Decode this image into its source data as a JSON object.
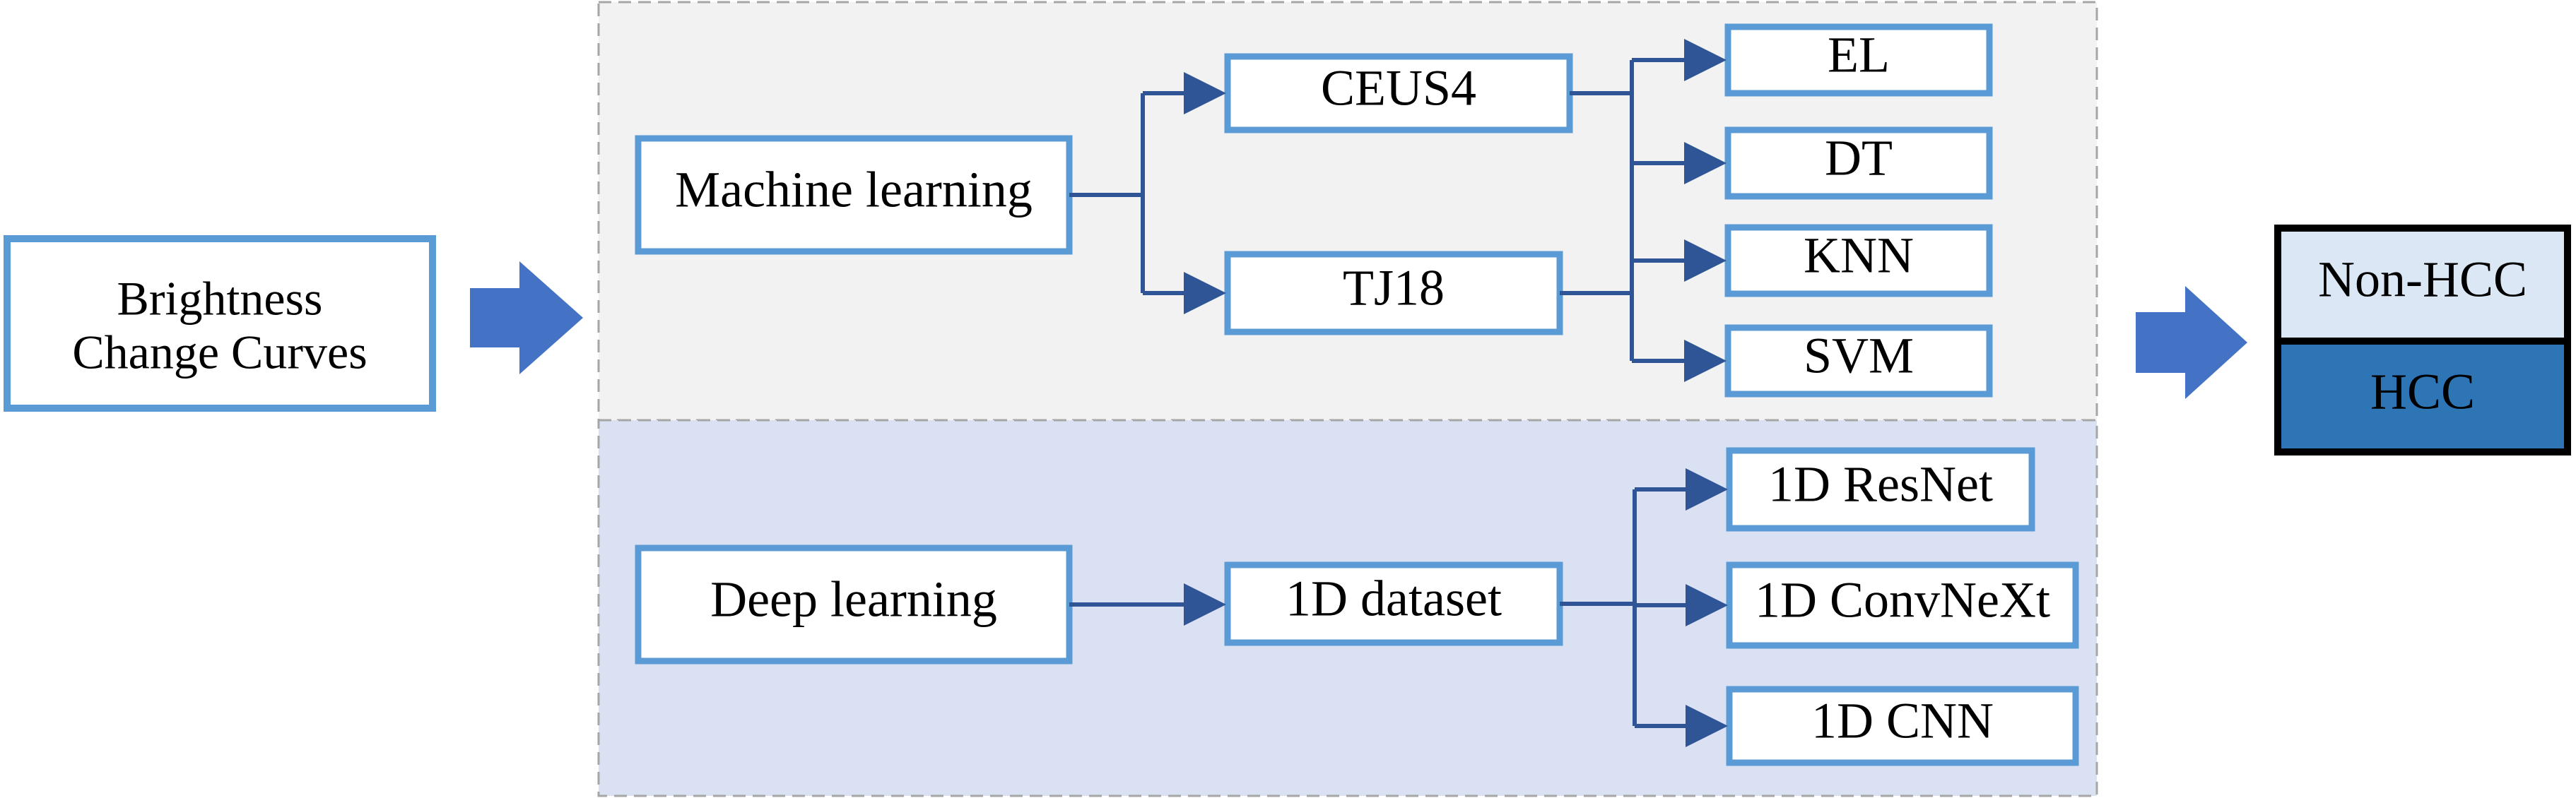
{
  "colors": {
    "box_border": "#5b9bd5",
    "arrow": "#2f5597",
    "big_arrow": "#4472c4",
    "ml_panel": "#f2f2f2",
    "dl_panel": "#dae1f3",
    "panel_border": "#a6a6a6",
    "non_hcc_fill": "#dbe7f5",
    "hcc_fill": "#2e75b6",
    "output_border": "#000000"
  },
  "input": {
    "line1": "Brightness",
    "line2": "Change Curves"
  },
  "machine_learning": {
    "label": "Machine learning",
    "datasets": [
      "CEUS4",
      "TJ18"
    ],
    "models": [
      "EL",
      "DT",
      "KNN",
      "SVM"
    ]
  },
  "deep_learning": {
    "label": "Deep learning",
    "dataset": "1D dataset",
    "models": [
      "1D ResNet",
      "1D ConvNeXt",
      "1D CNN"
    ]
  },
  "output": {
    "classes": [
      "Non-HCC",
      "HCC"
    ]
  }
}
